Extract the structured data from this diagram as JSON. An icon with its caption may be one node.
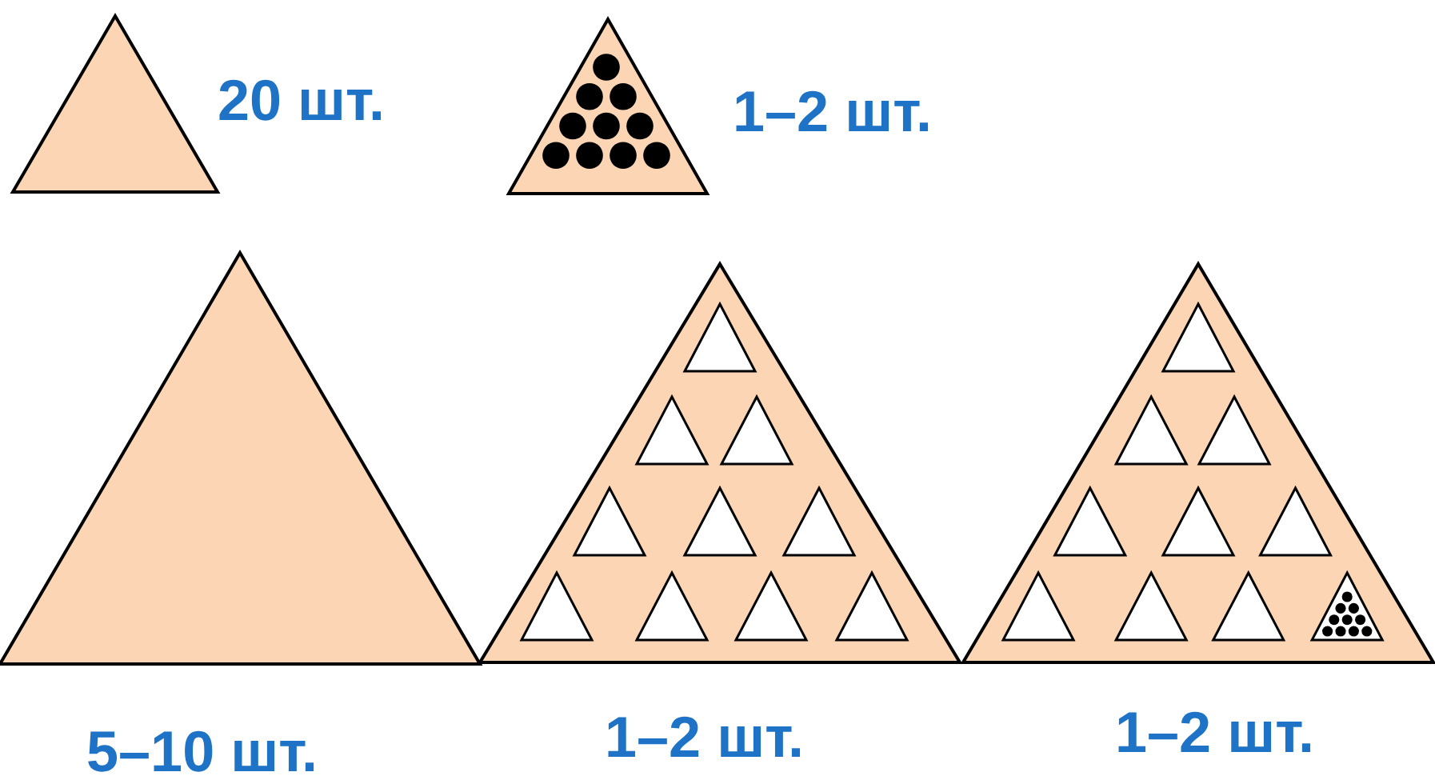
{
  "diagram": {
    "nodes": [
      {
        "text": [],
        "shape": "triangle",
        "beside": [
          "20 шт."
        ]
      },
      {
        "text": [],
        "shape": "triangle",
        "beside": [
          "1–2 шт."
        ]
      },
      {
        "text": [],
        "shape": "triangle",
        "beside": [
          "5–10 шт."
        ]
      },
      {
        "text": [],
        "shape": "triangle",
        "beside": [
          "1–2 шт."
        ]
      },
      {
        "text": [],
        "shape": "triangle",
        "beside": [
          "1–2 шт."
        ]
      }
    ]
  }
}
